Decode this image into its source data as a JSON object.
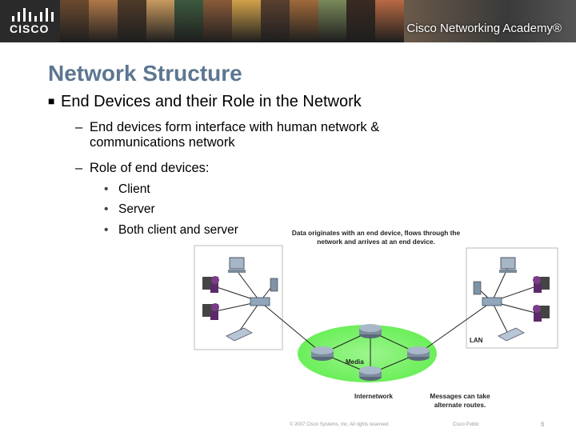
{
  "header": {
    "logo_text": "CISCO",
    "academy_text": "Cisco Networking Academy®",
    "photo_colors": [
      "#6b4a2f",
      "#b07848",
      "#4e3a28",
      "#c89a60",
      "#3c5a3e",
      "#8a5a3a",
      "#d2a24a",
      "#5a4030",
      "#a06a3a",
      "#7a8a5a",
      "#3a2a22",
      "#b86a44"
    ]
  },
  "slide": {
    "title": "Network Structure",
    "bullet1": "End Devices and their Role in the Network",
    "sub1_line1": "End devices form interface with human network &",
    "sub1_line2": "communications network",
    "sub2": "Role of end devices:",
    "items": [
      "Client",
      "Server",
      "Both client and server"
    ]
  },
  "diagram": {
    "caption_line1": "Data originates with an end device, flows through the",
    "caption_line2": "network and arrives at an end device.",
    "lan_label": "LAN",
    "media_label": "Media",
    "internetwork_label": "Internetwork",
    "messages_line1": "Messages can take",
    "messages_line2": "alternate routes.",
    "cloud_color": "#66ee55"
  },
  "footer": {
    "copyright": "© 2007 Cisco Systems, Inc. All rights reserved.",
    "confidential": "Cisco Public",
    "page": "6"
  }
}
